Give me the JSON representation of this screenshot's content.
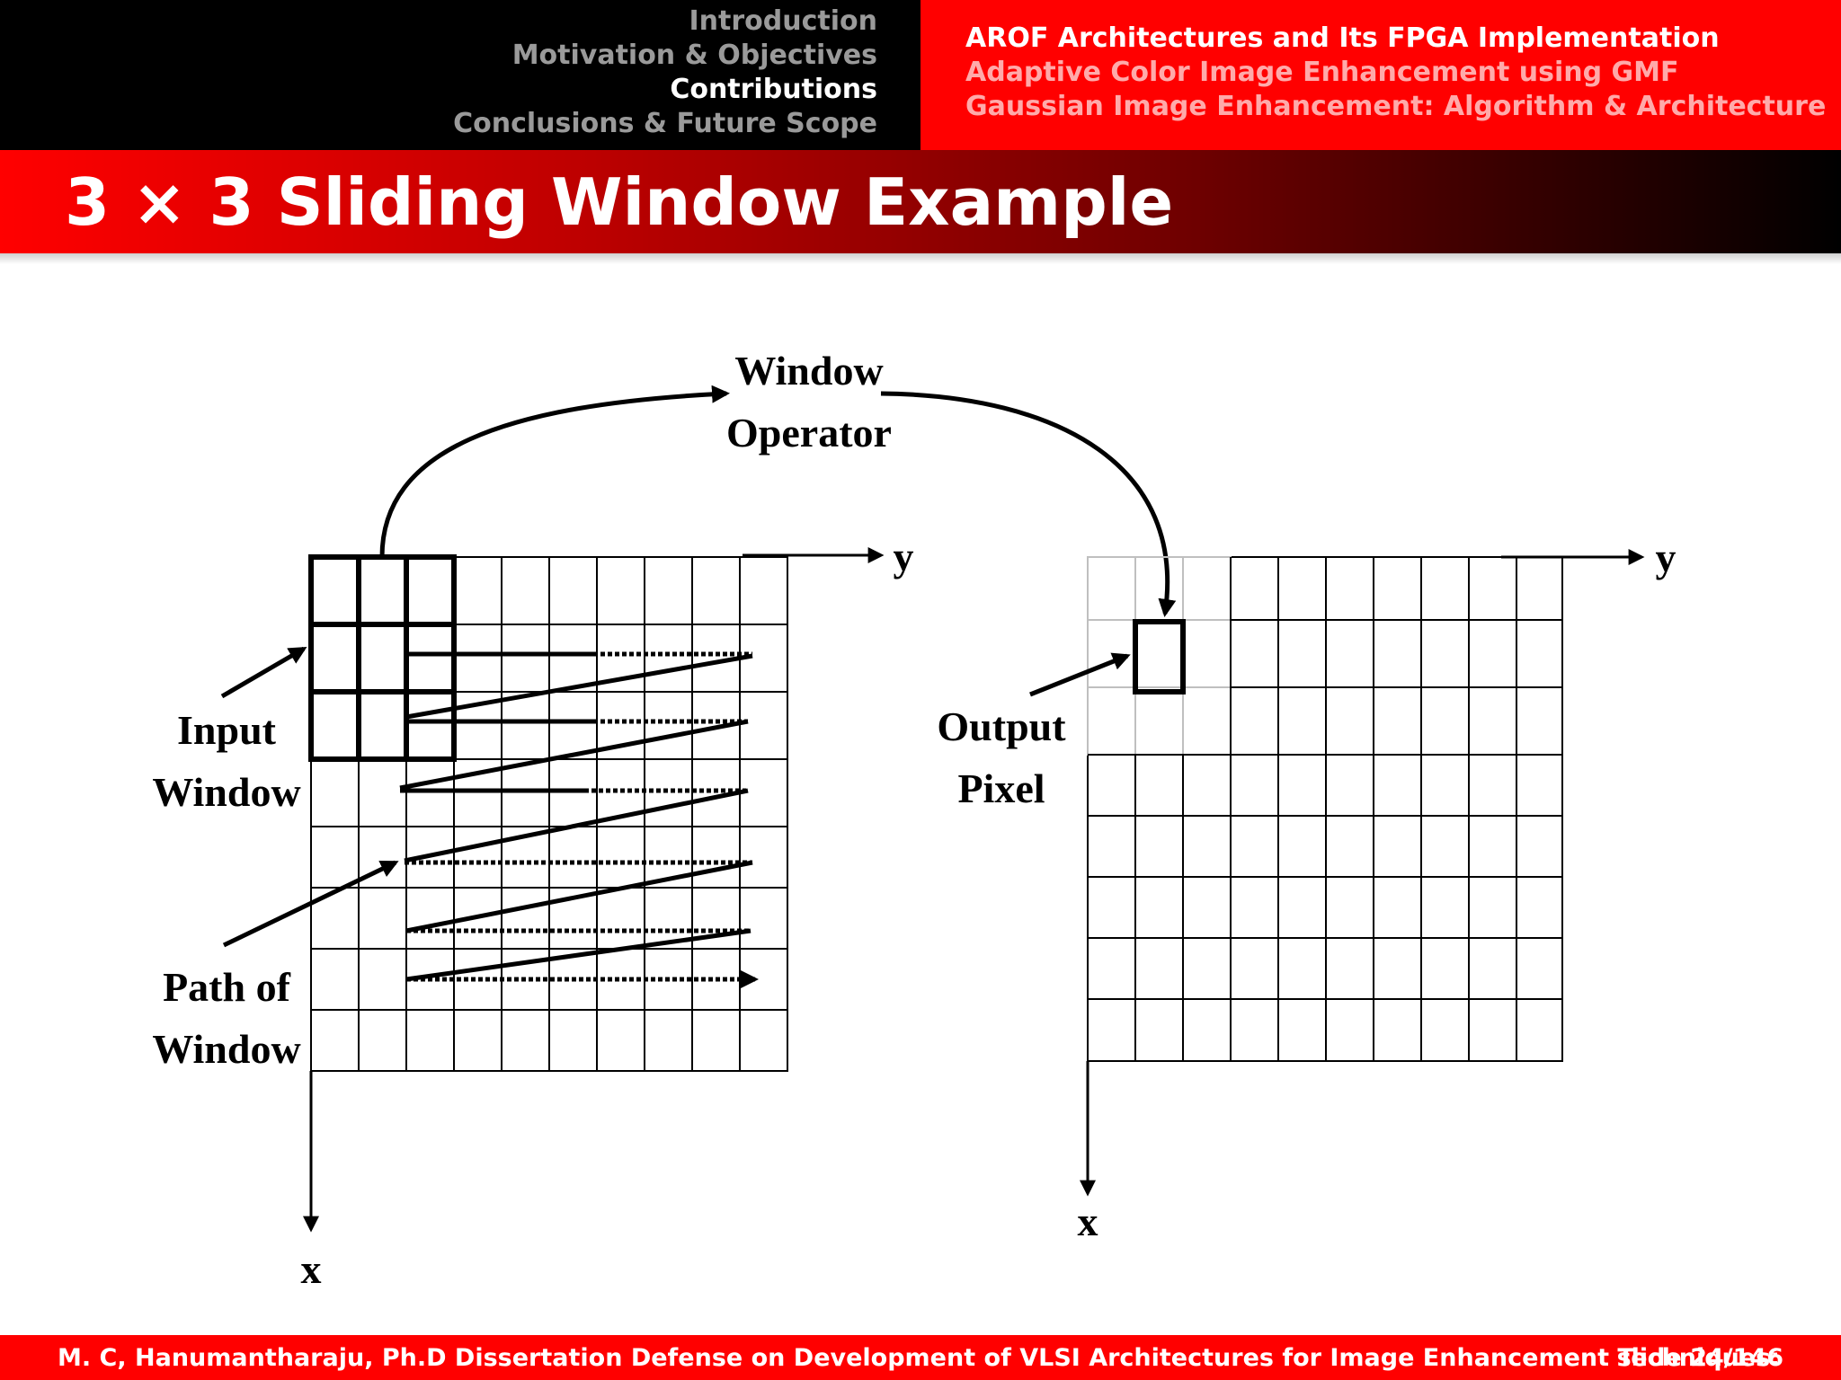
{
  "nav": {
    "sections": [
      "Introduction",
      "Motivation & Objectives",
      "Contributions",
      "Conclusions & Future Scope"
    ],
    "current_section": 2,
    "subsections": [
      "AROF Architectures and Its FPGA Implementation",
      "Adaptive Color Image Enhancement using GMF",
      "Gaussian Image Enhancement: Algorithm & Architecture"
    ],
    "current_subsection": 0
  },
  "slide_title": "3 × 3 Sliding Window Example",
  "diagram": {
    "window_operator_line1": "Window",
    "window_operator_line2": "Operator",
    "input_window_line1": "Input",
    "input_window_line2": "Window",
    "path_line1": "Path of",
    "path_line2": "Window",
    "output_pixel_line1": "Output",
    "output_pixel_line2": "Pixel",
    "left_y_axis": "y",
    "left_x_axis": "x",
    "right_y_axis": "y",
    "right_x_axis": "x"
  },
  "footer": {
    "text": "M. C, Hanumantharaju, Ph.D Dissertation Defense on Development of VLSI Architectures for Image Enhancement Techniques:",
    "slide": "slide 24/146"
  },
  "colors": {
    "accent": "#ff0000",
    "dark": "#000000",
    "inactive_nav": "#9a9a9a",
    "inactive_subnav": "#ffaaaa"
  }
}
